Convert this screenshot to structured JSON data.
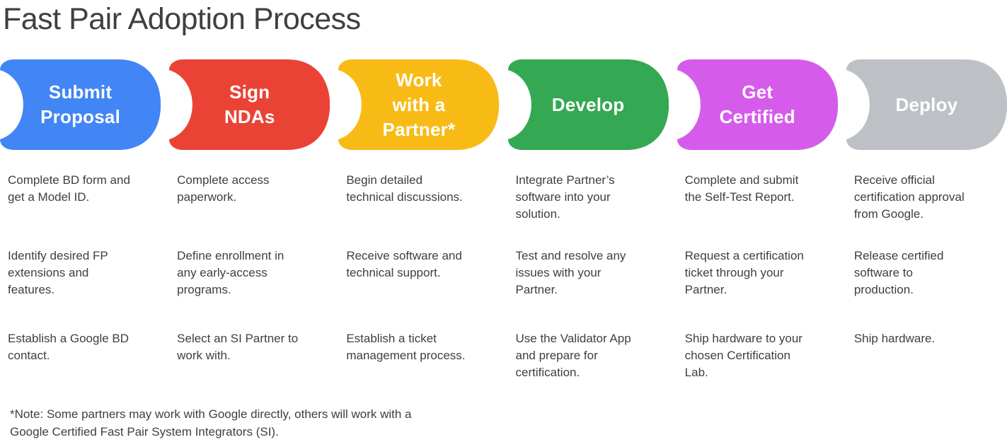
{
  "title": "Fast Pair Adoption Process",
  "text_color": "#3c4043",
  "steps": [
    {
      "label": "Submit\nProposal",
      "color": "#4285F4",
      "color_name": "blue",
      "tasks": [
        "Complete BD form and\nget a Model ID.",
        "Identify desired FP\nextensions and\nfeatures.",
        "Establish a Google BD\ncontact."
      ]
    },
    {
      "label": "Sign\nNDAs",
      "color": "#EA4335",
      "color_name": "red",
      "tasks": [
        "Complete access\npaperwork.",
        "Define enrollment in\nany early-access\nprograms.",
        "Select an SI Partner to\nwork with."
      ]
    },
    {
      "label": "Work\nwith a\nPartner*",
      "color": "#F8BB16",
      "color_name": "yellow",
      "tasks": [
        "Begin detailed\ntechnical discussions.",
        "Receive software and\ntechnical support.",
        "Establish a ticket\nmanagement process."
      ]
    },
    {
      "label": "Develop",
      "color": "#34A853",
      "color_name": "green",
      "tasks": [
        "Integrate Partner’s\nsoftware into your\nsolution.",
        "Test and resolve any\nissues with your\nPartner.",
        "Use the Validator App\nand prepare for\ncertification."
      ]
    },
    {
      "label": "Get\nCertified",
      "color": "#D55CEA",
      "color_name": "magenta",
      "tasks": [
        "Complete and submit\nthe Self-Test Report.",
        "Request a certification\nticket through your\nPartner.",
        "Ship hardware to your\nchosen Certification\nLab."
      ]
    },
    {
      "label": "Deploy",
      "color": "#BDC1C6",
      "color_name": "gray",
      "tasks": [
        "Receive official\ncertification approval\nfrom Google.",
        "Release certified\nsoftware to\nproduction.",
        "Ship hardware."
      ]
    }
  ],
  "footnote": "*Note: Some partners may work with Google directly, others will work with a\nGoogle Certified Fast Pair System Integrators (SI)."
}
